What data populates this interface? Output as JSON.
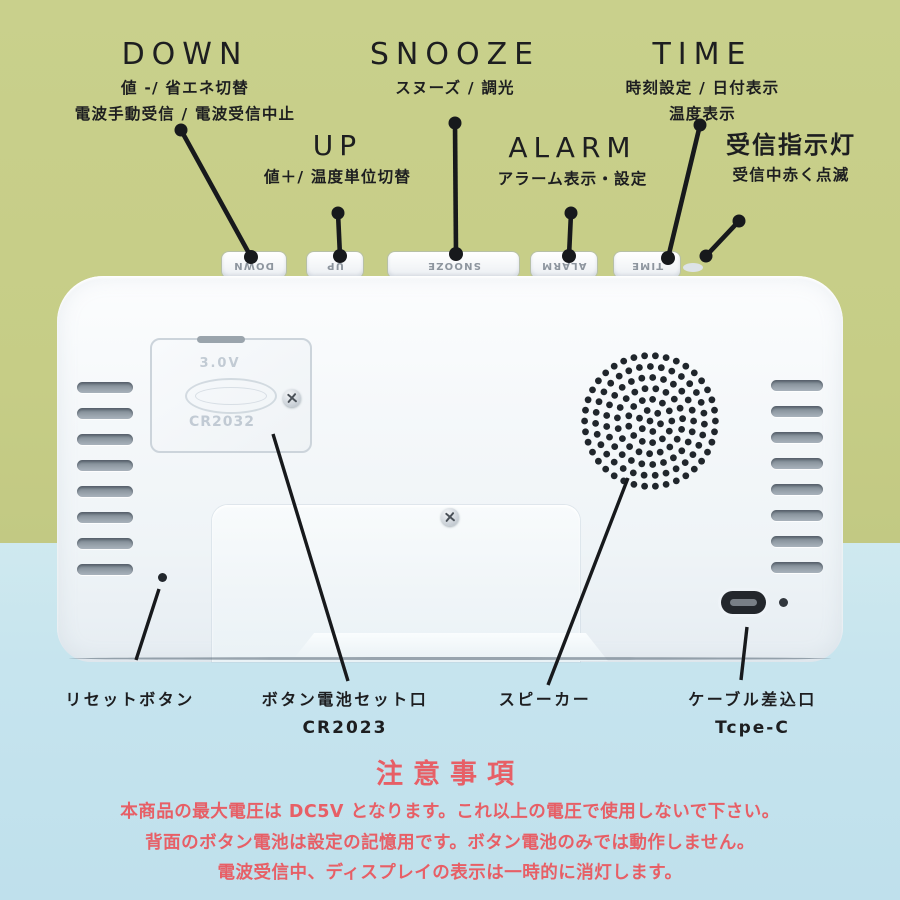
{
  "colors": {
    "bg_top": "#c7ce88",
    "bg_bottom": "#c2e2ee",
    "notice_red": "#e75f66",
    "ink": "#1d1e20"
  },
  "callouts_top": {
    "down": {
      "title": "DOWN",
      "line1": "値 -/ 省エネ切替",
      "line2": "電波手動受信 / 電波受信中止"
    },
    "snooze": {
      "title": "SNOOZE",
      "line1": "スヌーズ / 調光"
    },
    "time": {
      "title": "TIME",
      "line1": "時刻設定 / 日付表示",
      "line2": "温度表示"
    },
    "up": {
      "title": "UP",
      "line1": "値＋/ 温度単位切替"
    },
    "alarm": {
      "title": "ALARM",
      "line1": "アラーム表示・設定"
    },
    "indicator": {
      "title": "受信指示灯",
      "line1": "受信中赤く点滅"
    }
  },
  "device_buttons": {
    "down": "DOWN",
    "up": "UP",
    "snooze": "SNOOZE",
    "alarm": "ALARM",
    "time": "TIME"
  },
  "battery_panel": {
    "voltage": "3.0V",
    "model": "CR2032"
  },
  "callouts_bottom": {
    "reset": {
      "label": "リセットボタン"
    },
    "battery": {
      "label": "ボタン電池セット口",
      "sub": "CR2023"
    },
    "speaker": {
      "label": "スピーカー"
    },
    "cable": {
      "label": "ケーブル差込口",
      "sub": "Tcpe-C"
    }
  },
  "notice": {
    "title": "注意事項",
    "line1": "本商品の最大電圧は DC5V となります。これ以上の電圧で使用しないで下さい。",
    "line2": "背面のボタン電池は設定の記憶用です。ボタン電池のみでは動作しません。",
    "line3": "電波受信中、ディスプレイの表示は一時的に消灯します。"
  }
}
